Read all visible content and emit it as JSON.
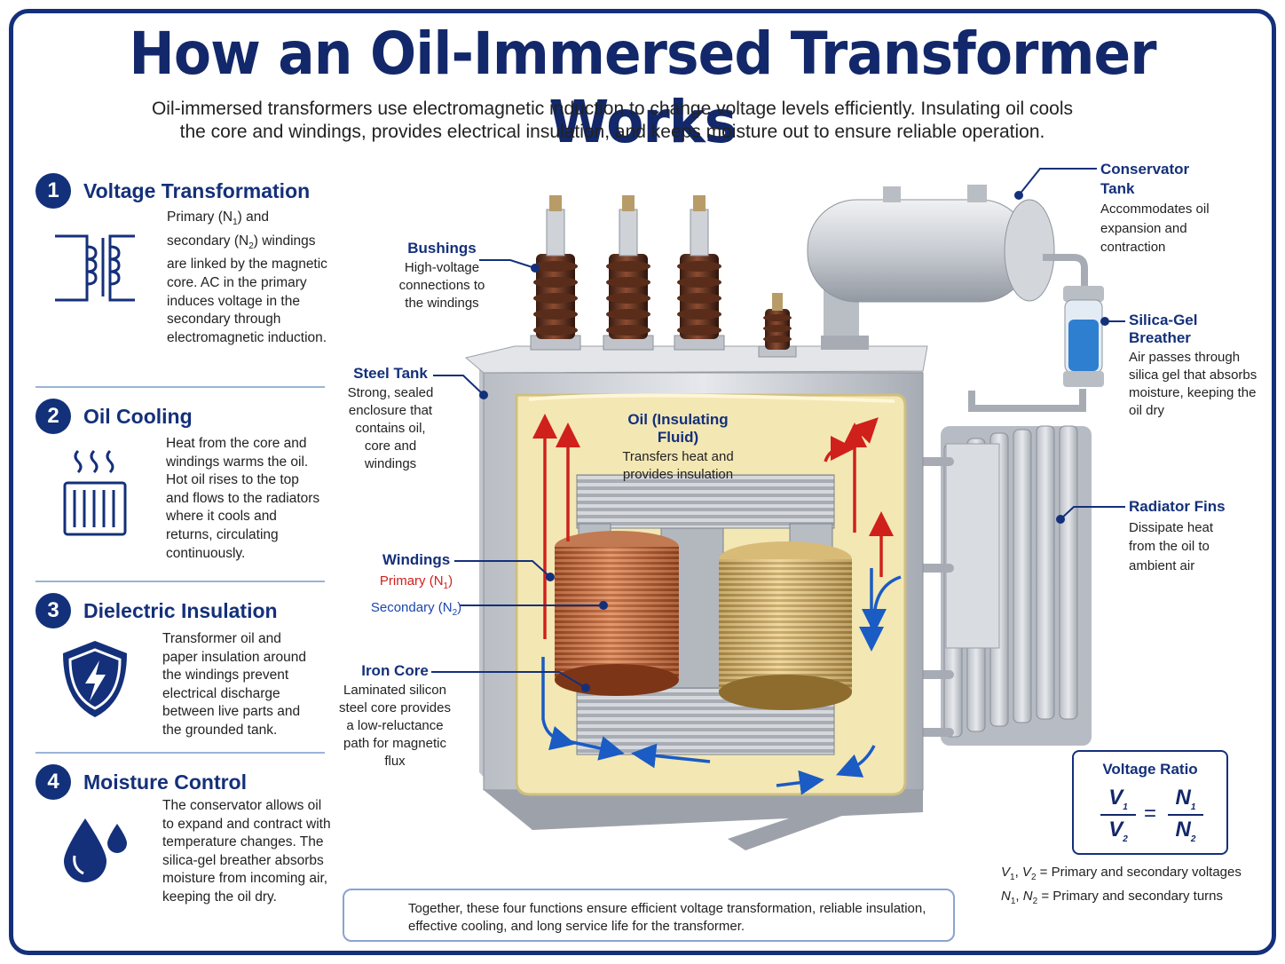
{
  "title": "How an Oil-Immersed Transformer Works",
  "subtitle": "Oil-immersed transformers use electromagnetic induction to change voltage levels efficiently. Insulating oil cools the core and windings, provides electrical insulation, and keeps moisture out to ensure reliable operation.",
  "sections": [
    {
      "num": "1",
      "title": "Voltage Transformation",
      "icon": "transformer-coil-icon",
      "text_parts": {
        "a": "Primary (N",
        "b": "1",
        "c": ") and secondary (N",
        "d": "2",
        "e": ") windings are linked by the magnetic core. AC in the primary induces voltage in the secondary through electromagnetic induction."
      }
    },
    {
      "num": "2",
      "title": "Oil Cooling",
      "icon": "radiator-heat-icon",
      "text": "Heat from the core and windings warms the oil. Hot oil rises to the top and flows to the radiators where it cools and returns, circulating continuously."
    },
    {
      "num": "3",
      "title": "Dielectric Insulation",
      "icon": "shield-lightning-icon",
      "text": "Transformer oil and paper insulation around the windings prevent electrical discharge between live parts and the grounded tank."
    },
    {
      "num": "4",
      "title": "Moisture Control",
      "icon": "water-drop-icon",
      "text": "The conservator allows oil to expand and contract with temperature changes. The silica-gel breather absorbs moisture from incoming air, keeping the oil dry."
    }
  ],
  "callouts": {
    "bushings": {
      "title": "Bushings",
      "text": "High-voltage connections to the windings"
    },
    "steel_tank": {
      "title": "Steel Tank",
      "text": "Strong, sealed enclosure that contains oil, core and windings"
    },
    "windings": {
      "title": "Windings",
      "primary": "Primary (N",
      "primary_sub": "1",
      "secondary": "Secondary (N",
      "secondary_sub": "2"
    },
    "iron_core": {
      "title": "Iron Core",
      "text": "Laminated silicon steel core provides a low-reluctance path for magnetic flux"
    },
    "oil": {
      "title": "Oil (Insulating Fluid)",
      "text": "Transfers heat and provides insulation"
    },
    "conservator": {
      "title": "Conservator Tank",
      "text": "Accommodates oil expansion and contraction"
    },
    "breather": {
      "title": "Silica-Gel Breather",
      "text": "Air passes through silica gel that absorbs moisture, keeping the oil dry"
    },
    "radiator": {
      "title": "Radiator Fins",
      "text": "Dissipate heat from the oil to ambient air"
    }
  },
  "ratio": {
    "title": "Voltage Ratio",
    "v1": "V",
    "v2": "V",
    "n1": "N",
    "n2": "N",
    "s1": "1",
    "s2": "2",
    "equals": "=",
    "legend_v": "= Primary and secondary voltages",
    "legend_n": "= Primary and secondary turns"
  },
  "summary": "Together, these four functions ensure efficient voltage transformation, reliable insulation, effective cooling, and long service life for the transformer.",
  "colors": {
    "navy": "#13286a",
    "accent": "#14307a",
    "hot": "#d0201c",
    "cool": "#1a5bc4",
    "oil": "#f3e7b4"
  }
}
